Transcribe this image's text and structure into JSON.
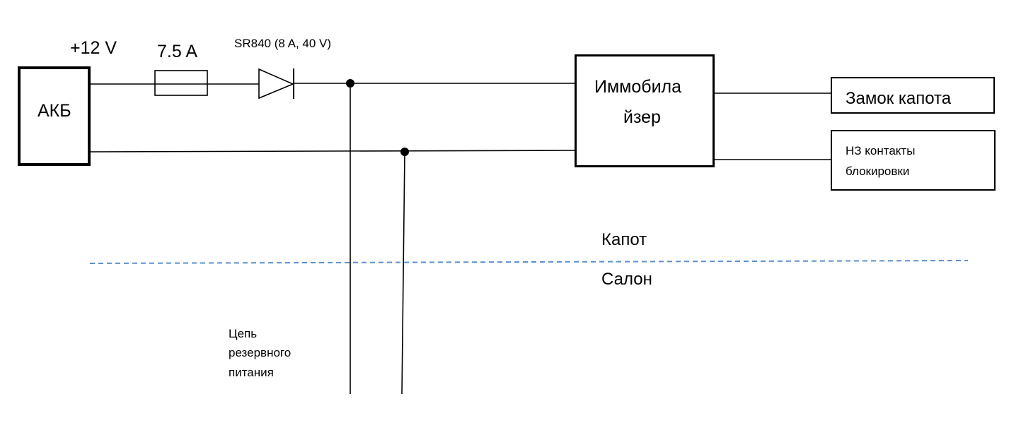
{
  "labels": {
    "supply_voltage": "+12 V",
    "fuse_rating": "7.5 A",
    "diode_part": "SR840 (8 A, 40 V)",
    "zone_hood": "Капот",
    "zone_cabin": "Салон",
    "backup_circuit": [
      "Цепь",
      "резервного",
      "питания"
    ]
  },
  "blocks": {
    "battery": "АКБ",
    "immobilizer": [
      "Иммобила",
      "йзер"
    ],
    "hood_lock": "Замок капота",
    "nc_contacts": [
      "НЗ контакты",
      "блокировки"
    ]
  },
  "colors": {
    "wire": "#000000",
    "divider": "#5b8fcc"
  }
}
